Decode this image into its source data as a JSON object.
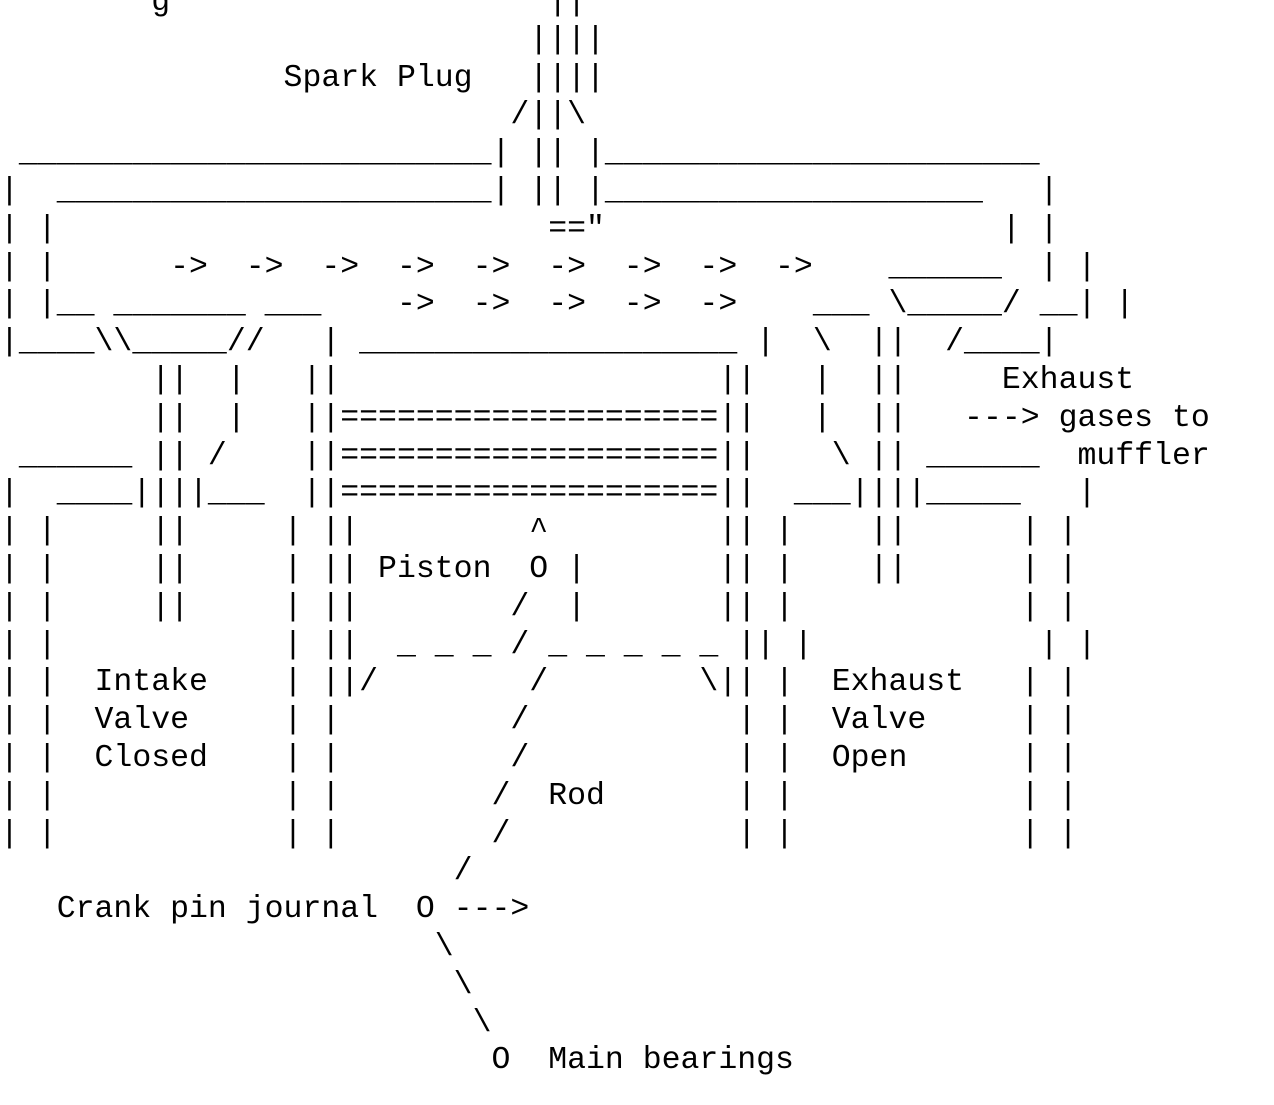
{
  "diagram": {
    "lines": [
      "        g                    ||",
      "                            ||||",
      "               Spark Plug   ||||",
      "                           /||\\",
      " _________________________| || |_______________________",
      "|  _______________________| || |____________________   |",
      "| |                          ==\"                     | |",
      "| |      ->  ->  ->  ->  ->  ->  ->  ->  ->    ______  | |",
      "| |__ _______ ___    ->  ->  ->  ->  ->    ___ \\_____/ __| |",
      "|____\\\\_____//   | ____________________ |  \\  ||  /____|",
      "        ||  |   ||                    ||   |  ||     Exhaust",
      "        ||  |   ||====================||   |  ||   ---> gases to",
      " ______ || /    ||====================||    \\ || ______  muffler",
      "|  ____||||___  ||====================||  ___||||_____   |",
      "| |     ||     | ||         ^         || |    ||      | |",
      "| |     ||     | || Piston  O |       || |    ||      | |",
      "| |     ||     | ||        /  |       || |            | |",
      "| |            | ||  _ _ _ / _ _ _ _ _ || |            | |",
      "| |  Intake    | ||/        /        \\|| |  Exhaust   | |",
      "| |  Valve     | |         /           | |  Valve     | |",
      "| |  Closed    | |         /           | |  Open      | |",
      "| |            | |        /  Rod       | |            | |",
      "| |            | |        /            | |            | |",
      "                        /",
      "   Crank pin journal  O --->",
      "                       \\",
      "                        \\",
      "                         \\",
      "                          O  Main bearings"
    ]
  }
}
